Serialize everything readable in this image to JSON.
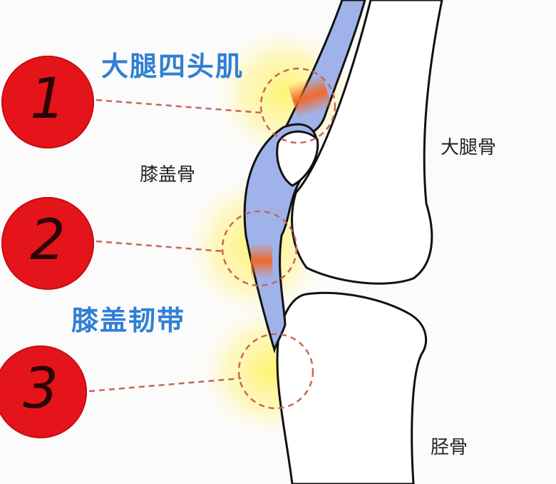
{
  "labels": {
    "quadriceps": "大腿四头肌",
    "patella": "膝盖骨",
    "femur": "大腿骨",
    "patellar_ligament": "膝盖韧带",
    "tibia": "胫骨"
  },
  "markers": [
    "1",
    "2",
    "3"
  ],
  "colors": {
    "marker_red": "#e4141a",
    "label_blue": "#2f7fd4",
    "tendon_blue": "#9fb3ea",
    "highlight_yellow": "#fff176",
    "pain_orange": "#f06a2a"
  }
}
